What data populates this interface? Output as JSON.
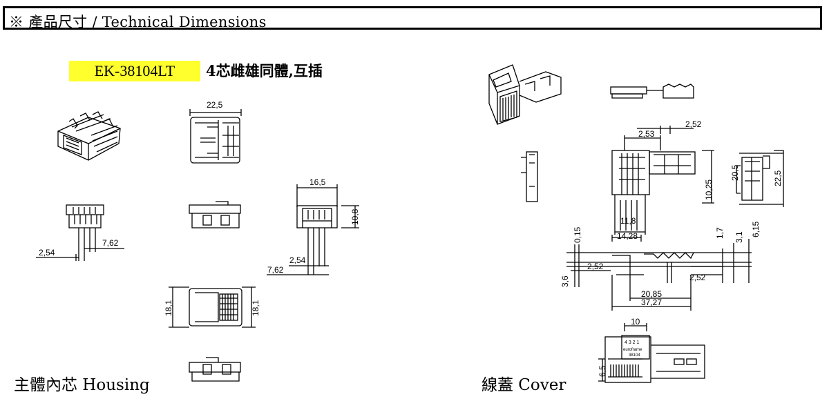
{
  "header": {
    "title": "※ 產品尺寸 / Technical Dimensions"
  },
  "model": {
    "code": "EK-38104LT",
    "description": "4芯雌雄同體,互插"
  },
  "captions": {
    "housing": "主體內芯 Housing",
    "cover": "線蓋 Cover"
  },
  "dimensions": {
    "d22_5_top": "22,5",
    "d16_5": "16,5",
    "d10_8": "10,8",
    "d2_54_left": "2,54",
    "d7_62_left": "7,62",
    "d2_54_mid": "2,54",
    "d7_62_mid": "7,62",
    "d18_1_left": "18,1",
    "d18_1_right": "18,1",
    "d2_53": "2,53",
    "d2_52_top": "2,52",
    "d10_25": "10,25",
    "d20_5": "20,5",
    "d22_5_right": "22,5",
    "d11_8": "11,8",
    "d14_28": "14,28",
    "d0_15": "0,15",
    "d1_7": "1,7",
    "d3_1": "3,1",
    "d6_15": "6,15",
    "d2_52_left": "2,52",
    "d2_52_right": "2,52",
    "d3_6": "3,6",
    "d20_85": "20,85",
    "d37_27": "37,27",
    "d10": "10",
    "d6_5": "6,5"
  },
  "part_marking": {
    "line1": "4 3 2 1",
    "line2": "euroframe",
    "line3": "38104"
  }
}
